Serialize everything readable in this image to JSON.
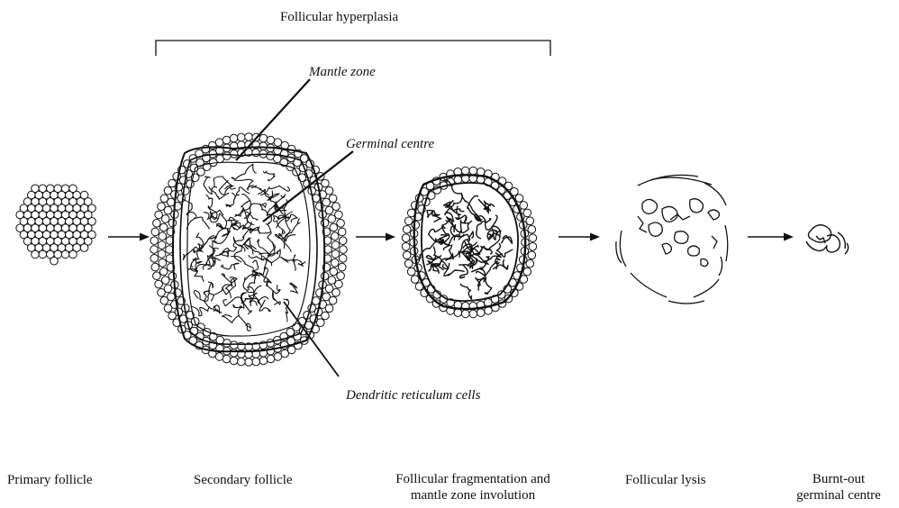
{
  "bracket_label": "Follicular hyperplasia",
  "callouts": {
    "mantle_zone": "Mantle zone",
    "germinal_centre": "Germinal centre",
    "dendritic_cells": "Dendritic reticulum cells"
  },
  "stages": {
    "primary": {
      "label": "Primary follicle"
    },
    "secondary": {
      "label": "Secondary follicle"
    },
    "fragmentation": {
      "line1": "Follicular fragmentation and",
      "line2": "mantle zone involution"
    },
    "lysis": {
      "label": "Follicular lysis"
    },
    "burnt_out": {
      "line1": "Burnt-out",
      "line2": "germinal centre"
    }
  },
  "colors": {
    "ink": "#111111",
    "paper": "#ffffff"
  }
}
